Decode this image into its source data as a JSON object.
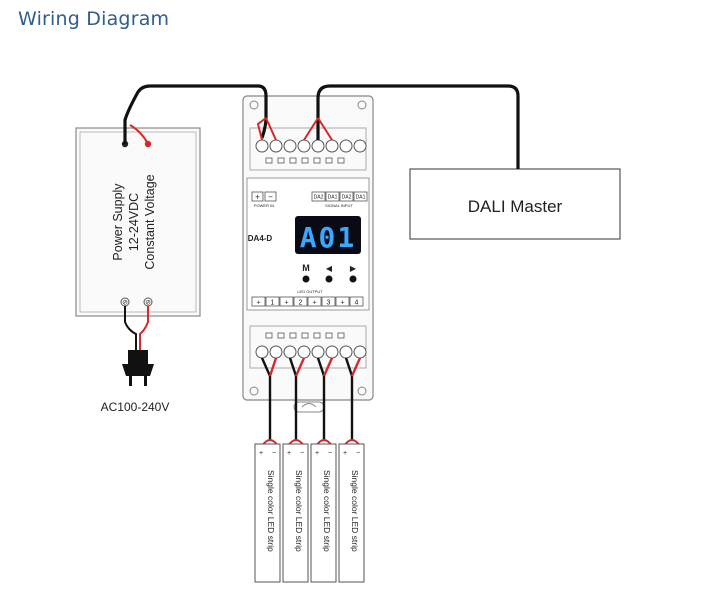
{
  "title": "Wiring Diagram",
  "power_supply": {
    "line1": "Power Supply",
    "line2": "12-24VDC",
    "line3": "Constant Voltage",
    "ac_label": "AC100-240V"
  },
  "dali_master": {
    "label": "DALI Master"
  },
  "controller": {
    "model": "DA4-D",
    "display": "A01",
    "power_in_label": "POWER IN",
    "signal_input_label": "SIGNAL INPUT",
    "led_output_label": "LED OUTPUT",
    "power_terms": [
      "+",
      "−"
    ],
    "dali_terms": [
      "DA2",
      "DA1",
      "DA2",
      "DA1"
    ],
    "output_terms": [
      "+",
      "1",
      "+",
      "2",
      "+",
      "3",
      "+",
      "4"
    ],
    "btn_m": "M",
    "btn_left": "◀",
    "btn_right": "▶"
  },
  "strips": [
    {
      "label": "Single color LED strip",
      "plus": "+",
      "minus": "−"
    },
    {
      "label": "Single color LED strip",
      "plus": "+",
      "minus": "−"
    },
    {
      "label": "Single color LED strip",
      "plus": "+",
      "minus": "−"
    },
    {
      "label": "Single color LED strip",
      "plus": "+",
      "minus": "−"
    }
  ],
  "colors": {
    "wire_black": "#111111",
    "wire_red": "#d62828",
    "title": "#2f5e8c",
    "display_bg": "#0a0a14",
    "display_text": "#3aa8ff"
  }
}
